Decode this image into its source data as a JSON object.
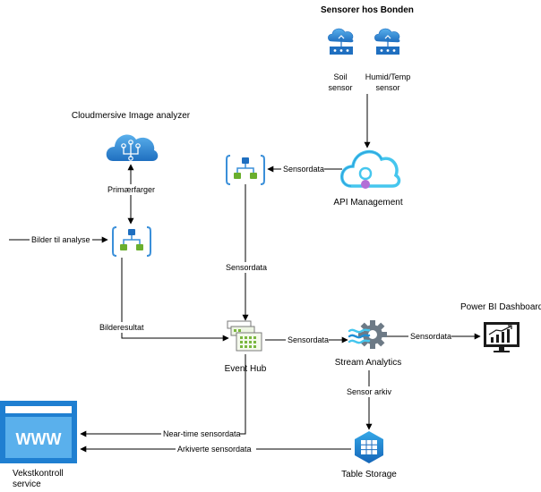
{
  "diagram": {
    "sensors_title": "Sensorer hos Bonden",
    "nodes": {
      "soil_sensor": [
        "Soil",
        "sensor"
      ],
      "humid_sensor": [
        "Humid/Temp",
        "sensor"
      ],
      "cloudmersive": "Cloudmersive Image analyzer",
      "api_management": "API Management",
      "event_hub": "Event Hub",
      "stream_analytics": "Stream Analytics",
      "power_bi": "Power BI Dashboard",
      "table_storage": "Table Storage",
      "vekstkontroll": [
        "Vekstkontroll",
        "service"
      ]
    },
    "edges": {
      "apim_to_logic": "Sensordata",
      "primaerfarger": "Primærfarger",
      "bilder_til_analyse": "Bilder til analyse",
      "logic_to_hub": "Sensordata",
      "bilderesultat": "Bilderesultat",
      "hub_to_stream": "Sensordata",
      "stream_to_powerbi": "Sensordata",
      "sensor_arkiv": "Sensor arkiv",
      "near_time": "Near-time sensordata",
      "arkiverte": "Arkiverte sensordata"
    }
  },
  "colors": {
    "azure_blue": "#1f7fd1",
    "azure_light": "#5ab0ec",
    "azure_cyan": "#45c6ee",
    "logic_green": "#6aaf2e",
    "hub_green": "#7ab73f",
    "api_purple": "#b36fd6",
    "line": "#000000"
  }
}
